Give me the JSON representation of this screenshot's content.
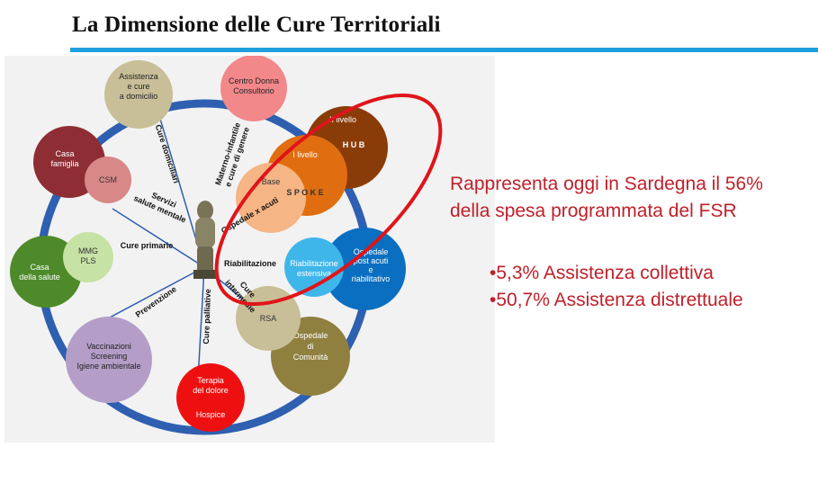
{
  "title": "La Dimensione delle Cure Territoriali",
  "colors": {
    "accent_rule": "#1ea0e0",
    "text_red": "#c0202a",
    "ring_blue": "#2e5fb0",
    "highlight_ellipse": "#e0141a"
  },
  "circles": {
    "assistenza": "Assistenza\ne cure\na domicilio",
    "centro_donna": "Centro Donna\nConsultorio",
    "casa_famiglia": "Casa\nfamiglia",
    "csm": "CSM",
    "hub_level": "II livello",
    "hub": "H U B",
    "spoke_level": "I livello",
    "base": "Base",
    "spoke": "S P O K E",
    "casa_salute": "Casa\ndella salute",
    "mmg": "MMG\nPLS",
    "riab_estensiva": "Riabilitazione\nestensiva",
    "ospedale_post_acuti": "Ospedale\npost acuti\ne\nriabilitativo",
    "rsa": "RSA",
    "ospedale_comunita": "Ospedale\ndi\nComunità",
    "vaccinazioni": "Vaccinazioni\nScreening\nIgiene  ambientale",
    "terapia": "Terapia\ndel dolore",
    "hospice": "Hospice"
  },
  "sectors": {
    "cure_domiciliari": "Cure domiciliari",
    "materno": "Materno-infantile\ne cure di genere",
    "servizi": "Servizi\nsalute mentale",
    "ospedale_acuti": "Ospedale x acuti",
    "cure_primarie": "Cure primarie",
    "riabilitazione": "Riabilitazione",
    "prevenzione": "Prevenzione",
    "cure_palliative": "Cure palliative",
    "cure_intermedie": "Cure\nintermedie"
  },
  "statement": "Rappresenta oggi in Sardegna  il  56%\ndella spesa programmata del FSR",
  "bullets": [
    "•5,3% Assistenza collettiva",
    "•50,7% Assistenza distrettuale"
  ]
}
